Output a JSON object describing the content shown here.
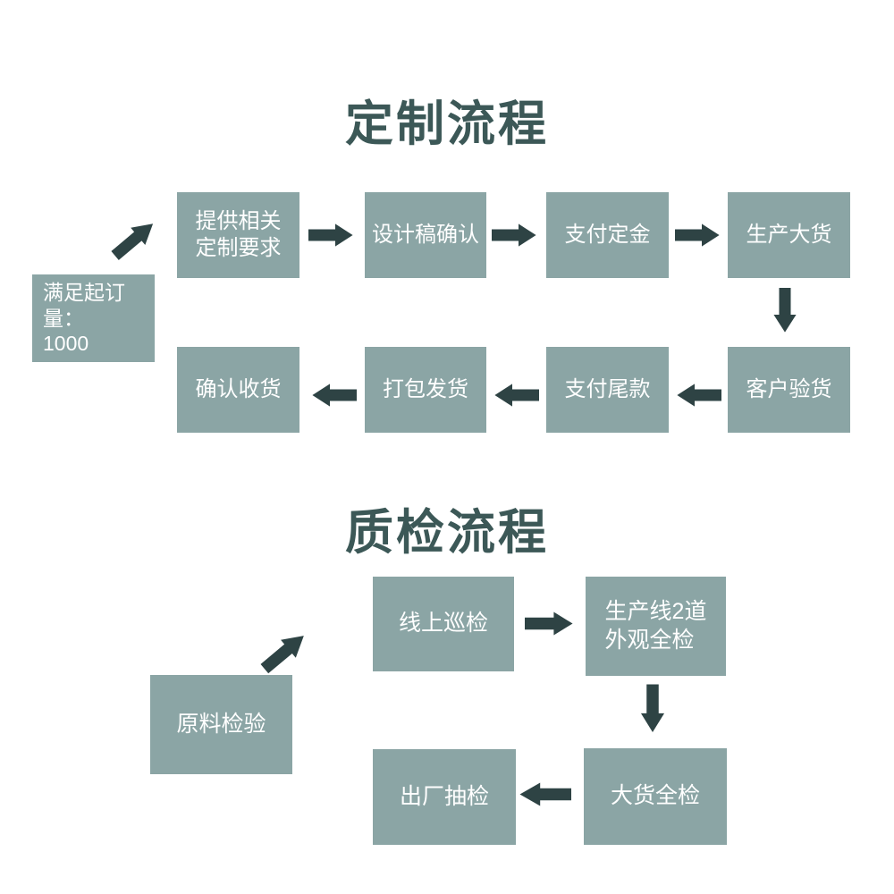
{
  "colors": {
    "background": "#ffffff",
    "box": "#8ba5a5",
    "box_text": "#ffffff",
    "arrow": "#2e4344",
    "title": "#3c5857"
  },
  "flow1": {
    "title": "定制流程",
    "nodes": {
      "moq": "满足起订量：\n1000",
      "requirements": "提供相关\n定制要求",
      "design": "设计稿确认",
      "deposit": "支付定金",
      "production": "生产大货",
      "inspection": "客户验货",
      "balance": "支付尾款",
      "shipping": "打包发货",
      "receipt": "确认收货"
    }
  },
  "flow2": {
    "title": "质检流程",
    "nodes": {
      "raw_material": "原料检验",
      "online_patrol": "线上巡检",
      "line_check": "生产线2道\n外观全检",
      "bulk_check": "大货全检",
      "factory_sampling": "出厂抽检"
    }
  }
}
